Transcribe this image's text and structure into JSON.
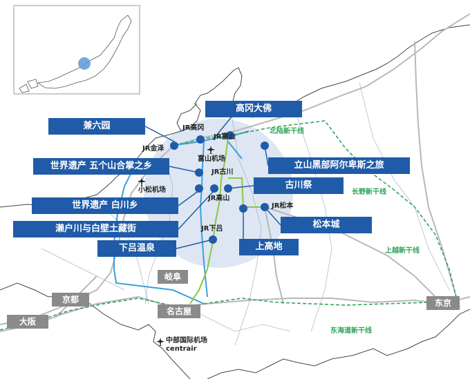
{
  "stations": {
    "jr_takaoka": "JR高冈",
    "jr_kanazawa": "JR金泽",
    "jr_toyama": "JR富山",
    "toyama_airport": "富山机场",
    "jr_furukawa": "JR古川",
    "jr_takayama": "JR高山",
    "jr_matsumoto": "JR松本",
    "jr_gero": "JR下吕",
    "komatsu_airport": "小松机场",
    "chubu_airport": "中部国际机场",
    "chubu_airport_en": "centrair"
  },
  "places": {
    "takaoka_daibutsu": "高冈大佛",
    "kenrokuen": "兼六园",
    "gokayama": "世界遗产 五个山合掌之乡",
    "shirakawa": "世界遗产 白川乡",
    "seto_kura": "濑户川与白壁土藏街",
    "gero_onsen": "下吕温泉",
    "tateyama": "立山黑部阿尔卑斯之旅",
    "furukawa_matsuri": "古川祭",
    "matsumoto_castle": "松本城",
    "kamikochi": "上高地"
  },
  "cities": {
    "gifu": "岐阜",
    "kyoto": "京都",
    "osaka": "大阪",
    "nagoya": "名古屋",
    "tokyo": "东京"
  },
  "lines": {
    "hokuriku": "北陆新干线",
    "nagano": "长野新干线",
    "joetsu": "上越新干线",
    "tokaido": "东海道新干线"
  },
  "colors": {
    "label_blue": "#1f5ba8",
    "city_gray": "#8a8a8a",
    "shinkansen_green": "#2fa55b",
    "highlight_area": "#dde6f2",
    "jr_line_blue": "#3aa0dc",
    "local_line_green": "#8cc63f"
  },
  "icons": {
    "airport": "airplane-icon",
    "station": "station-dot"
  }
}
